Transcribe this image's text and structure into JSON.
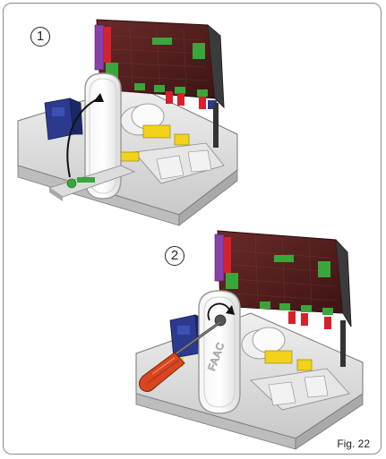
{
  "figure": {
    "caption": "Fig. 22",
    "steps": [
      {
        "number": "1",
        "label": "①"
      },
      {
        "number": "2",
        "label": "②"
      }
    ],
    "colors": {
      "pcb": "#5a1f1f",
      "connector_green": "#3aa63a",
      "connector_purple": "#8b3fa8",
      "connector_red": "#d8202a",
      "motor_blue": "#2b3a8f",
      "terminal_yellow": "#f2d21a",
      "screwdriver_handle": "#d8451e",
      "case_grey": "#d9d9d9",
      "cover_outline": "#9a9a9a"
    },
    "icons": [
      "curved-arrow-icon",
      "rotate-arrow-icon",
      "screwdriver-icon"
    ]
  }
}
